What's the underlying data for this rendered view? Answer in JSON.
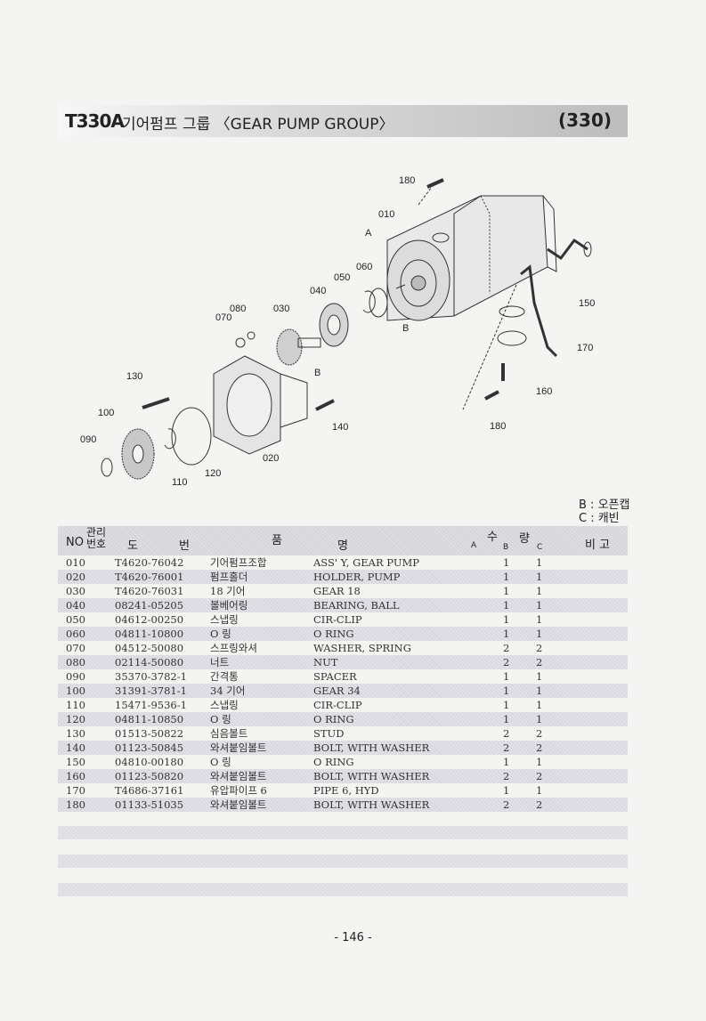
{
  "header": {
    "code": "T330A",
    "title": "기어펌프 그룹 〈GEAR PUMP GROUP〉",
    "group_number": "(330)"
  },
  "diagram": {
    "callouts": [
      "180",
      "010",
      "A",
      "060",
      "050",
      "040",
      "080",
      "070",
      "030",
      "150",
      "B",
      "170",
      "B",
      "130",
      "160",
      "100",
      "140",
      "180",
      "090",
      "020",
      "110",
      "120"
    ]
  },
  "legend": {
    "b": "B : 오픈캡",
    "c": "C : 캐빈"
  },
  "table": {
    "headers": {
      "no": "NO",
      "ref": "관리\n번호",
      "drawing_1": "도",
      "drawing_2": "번",
      "item_1": "품",
      "item_2": "명",
      "qty_1": "수",
      "qty_2": "량",
      "col_a": "A",
      "col_b": "B",
      "col_c": "C",
      "remarks": "비 고"
    },
    "rows": [
      {
        "no": "010",
        "part": "T4620-76042",
        "kor": "기어펌프조합",
        "name": "ASS' Y, GEAR PUMP",
        "b": "1",
        "c": "1"
      },
      {
        "no": "020",
        "part": "T4620-76001",
        "kor": "펌프홀더",
        "name": "HOLDER, PUMP",
        "b": "1",
        "c": "1"
      },
      {
        "no": "030",
        "part": "T4620-76031",
        "kor": "18 기어",
        "name": "GEAR 18",
        "b": "1",
        "c": "1"
      },
      {
        "no": "040",
        "part": "08241-05205",
        "kor": "볼베어링",
        "name": "BEARING, BALL",
        "b": "1",
        "c": "1"
      },
      {
        "no": "050",
        "part": "04612-00250",
        "kor": "스냅링",
        "name": "CIR-CLIP",
        "b": "1",
        "c": "1"
      },
      {
        "no": "060",
        "part": "04811-10800",
        "kor": "O 링",
        "name": "O RING",
        "b": "1",
        "c": "1"
      },
      {
        "no": "070",
        "part": "04512-50080",
        "kor": "스프링와셔",
        "name": "WASHER, SPRING",
        "b": "2",
        "c": "2"
      },
      {
        "no": "080",
        "part": "02114-50080",
        "kor": "너트",
        "name": "NUT",
        "b": "2",
        "c": "2"
      },
      {
        "no": "090",
        "part": "35370-3782-1",
        "kor": "간격통",
        "name": "SPACER",
        "b": "1",
        "c": "1"
      },
      {
        "no": "100",
        "part": "31391-3781-1",
        "kor": "34 기어",
        "name": "GEAR 34",
        "b": "1",
        "c": "1"
      },
      {
        "no": "110",
        "part": "15471-9536-1",
        "kor": "스냅링",
        "name": "CIR-CLIP",
        "b": "1",
        "c": "1"
      },
      {
        "no": "120",
        "part": "04811-10850",
        "kor": "O 링",
        "name": "O RING",
        "b": "1",
        "c": "1"
      },
      {
        "no": "130",
        "part": "01513-50822",
        "kor": "심음볼트",
        "name": "STUD",
        "b": "2",
        "c": "2"
      },
      {
        "no": "140",
        "part": "01123-50845",
        "kor": "와셔붙임볼트",
        "name": "BOLT, WITH WASHER",
        "b": "2",
        "c": "2"
      },
      {
        "no": "150",
        "part": "04810-00180",
        "kor": "O 링",
        "name": "O RING",
        "b": "1",
        "c": "1"
      },
      {
        "no": "160",
        "part": "01123-50820",
        "kor": "와셔붙임볼트",
        "name": "BOLT, WITH WASHER",
        "b": "2",
        "c": "2"
      },
      {
        "no": "170",
        "part": "T4686-37161",
        "kor": "유압파이프 6",
        "name": "PIPE 6, HYD",
        "b": "1",
        "c": "1"
      },
      {
        "no": "180",
        "part": "01133-51035",
        "kor": "와셔붙임볼트",
        "name": "BOLT, WITH WASHER",
        "b": "2",
        "c": "2"
      }
    ]
  },
  "footer": {
    "page": "- 146 -"
  }
}
